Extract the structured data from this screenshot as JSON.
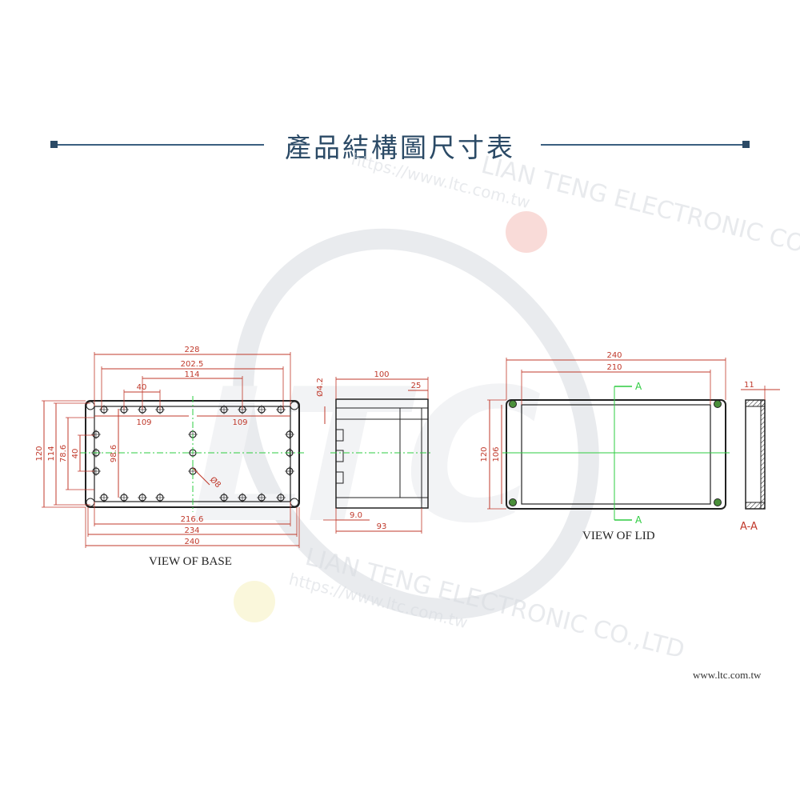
{
  "header": {
    "title": "產品結構圖尺寸表"
  },
  "watermark": {
    "company": "LIAN TENG ELECTRONIC CO.,LTD",
    "url": "https://www.ltc.com.tw"
  },
  "base_view": {
    "label": "VIEW OF BASE",
    "dims_top": [
      "228",
      "202.5",
      "114",
      "40"
    ],
    "dims_inner": [
      "109",
      "109"
    ],
    "dims_left": [
      "120",
      "114",
      "78.6",
      "40"
    ],
    "dim_center_height": "98.6",
    "dim_hole": "Ø8",
    "dims_bottom": [
      "216.6",
      "234",
      "240"
    ]
  },
  "side_view": {
    "dim_top": "100",
    "dim_step": "25",
    "dim_hole": "Ø4.2",
    "dims_bottom": [
      "9.0",
      "93"
    ]
  },
  "lid_view": {
    "label": "VIEW OF LID",
    "dims_top": [
      "240",
      "210"
    ],
    "dims_left": [
      "120",
      "106"
    ],
    "section_mark": "A",
    "section_mark_bottom": "A"
  },
  "section_view": {
    "label": "A-A",
    "dim_thickness": "11"
  },
  "footer": {
    "website": "www.ltc.com.tw"
  }
}
